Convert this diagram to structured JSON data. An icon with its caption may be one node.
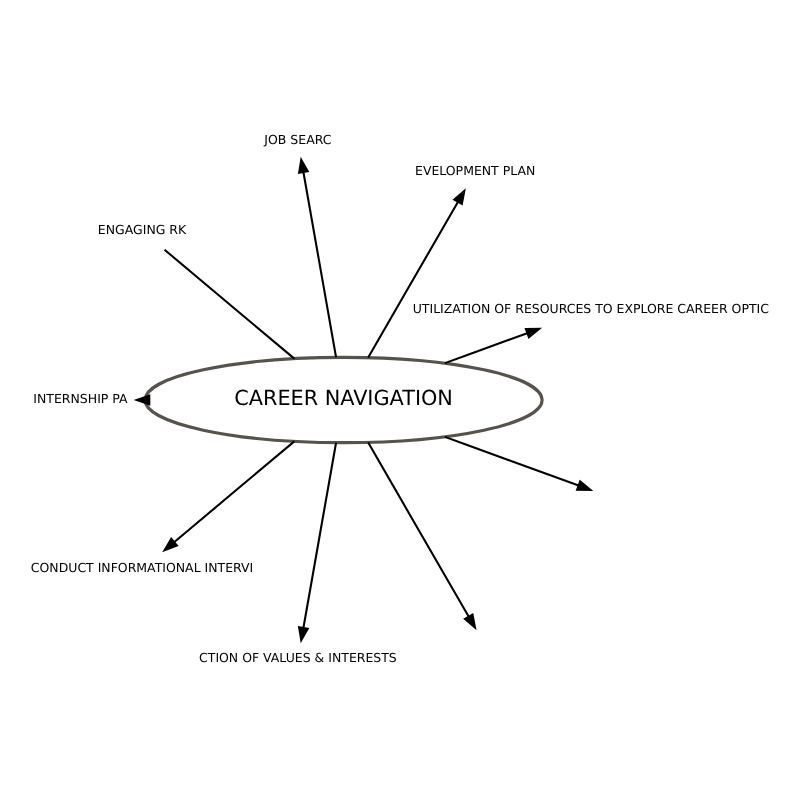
{
  "diagram": {
    "nodes": [
      {
        "text": [
          "CAREER NAVIGATION"
        ]
      },
      {
        "text": [
          "UTILIZATION OF RESOURCES TO EXPLORE CAREER OPTIC"
        ]
      },
      {
        "text": [
          "EVELOPMENT PLAN"
        ]
      },
      {
        "text": [
          "JOB SEARC"
        ]
      },
      {
        "text": [
          "ENGAGING RK"
        ]
      },
      {
        "text": [
          "INTERNSHIP PA"
        ]
      },
      {
        "text": [
          "CONDUCT INFORMATIONAL INTERVI"
        ]
      },
      {
        "text": [
          "CTION OF VALUES & INTERESTS"
        ]
      }
    ],
    "edges": [
      {
        "from": 0,
        "to": 1,
        "arrow": "to"
      },
      {
        "from": 0,
        "to": 2,
        "arrow": "to"
      },
      {
        "from": 0,
        "to": 3,
        "arrow": "to"
      },
      {
        "from": 0,
        "to": null,
        "arrow": "to"
      },
      {
        "from": 0,
        "to": null,
        "arrow": "to"
      },
      {
        "from": 0,
        "to": 4,
        "arrow": "none"
      },
      {
        "from": 0,
        "to": 5,
        "arrow": "to"
      },
      {
        "from": 0,
        "to": 6,
        "arrow": "to"
      },
      {
        "from": 0,
        "to": 7,
        "arrow": "to"
      }
    ]
  }
}
